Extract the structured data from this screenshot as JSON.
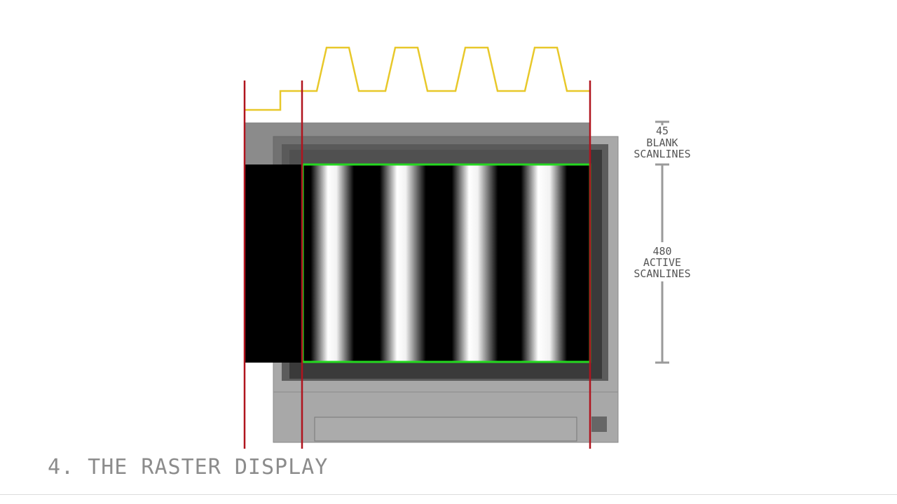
{
  "caption": "4. THE RASTER DISPLAY",
  "labels": {
    "blank": {
      "count": "45",
      "line1": "BLANK",
      "line2": "SCANLINES"
    },
    "active": {
      "count": "480",
      "line1": "ACTIVE",
      "line2": "SCANLINES"
    }
  },
  "colors": {
    "signal": "#e8c82a",
    "timing_marker": "#b0141e",
    "active_frame": "#25d820",
    "monitor_body": "#a8a8a8",
    "bezel": "#5a5a5a",
    "scale_bar": "#9a9a9a"
  }
}
